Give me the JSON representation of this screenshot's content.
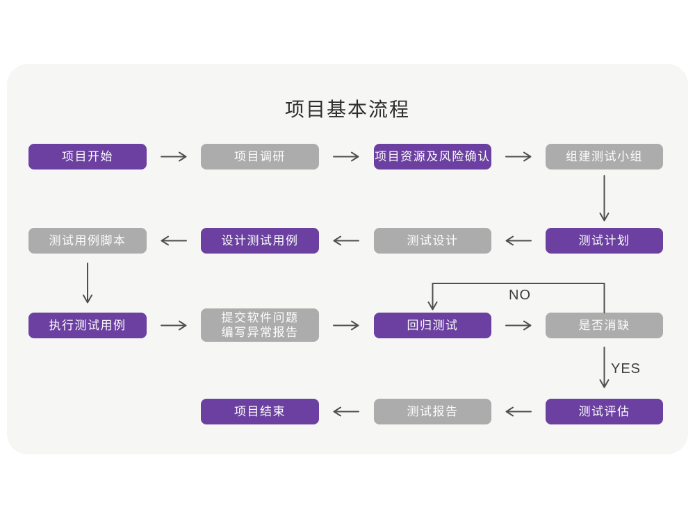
{
  "title": "项目基本流程",
  "colors": {
    "page_background": "#ffffff",
    "card_background": "#f6f6f5",
    "node_purple": "#6b40a1",
    "node_gray": "#acacac",
    "node_text": "#fdfdfd",
    "arrow": "#4f4f4f",
    "title_text": "#2e2e2e"
  },
  "nodes": [
    {
      "id": "project-start",
      "label": "项目开始",
      "variant": "purple"
    },
    {
      "id": "project-research",
      "label": "项目调研",
      "variant": "gray"
    },
    {
      "id": "resources-risk",
      "label": "项目资源及风险确认",
      "variant": "purple"
    },
    {
      "id": "build-test-team",
      "label": "组建测试小组",
      "variant": "gray"
    },
    {
      "id": "test-plan",
      "label": "测试计划",
      "variant": "purple"
    },
    {
      "id": "test-design",
      "label": "测试设计",
      "variant": "gray"
    },
    {
      "id": "design-test-cases",
      "label": "设计测试用例",
      "variant": "purple"
    },
    {
      "id": "test-case-scripts",
      "label": "测试用例脚本",
      "variant": "gray"
    },
    {
      "id": "execute-test-cases",
      "label": "执行测试用例",
      "variant": "purple"
    },
    {
      "id": "submit-issues",
      "label": "提交软件问题\n编写异常报告",
      "variant": "gray"
    },
    {
      "id": "regression-test",
      "label": "回归测试",
      "variant": "purple"
    },
    {
      "id": "defect-resolved",
      "label": "是否消缺",
      "variant": "gray"
    },
    {
      "id": "test-evaluation",
      "label": "测试评估",
      "variant": "purple"
    },
    {
      "id": "test-report",
      "label": "测试报告",
      "variant": "gray"
    },
    {
      "id": "project-end",
      "label": "项目结束",
      "variant": "purple"
    }
  ],
  "edge_labels": {
    "no": "NO",
    "yes": "YES"
  }
}
